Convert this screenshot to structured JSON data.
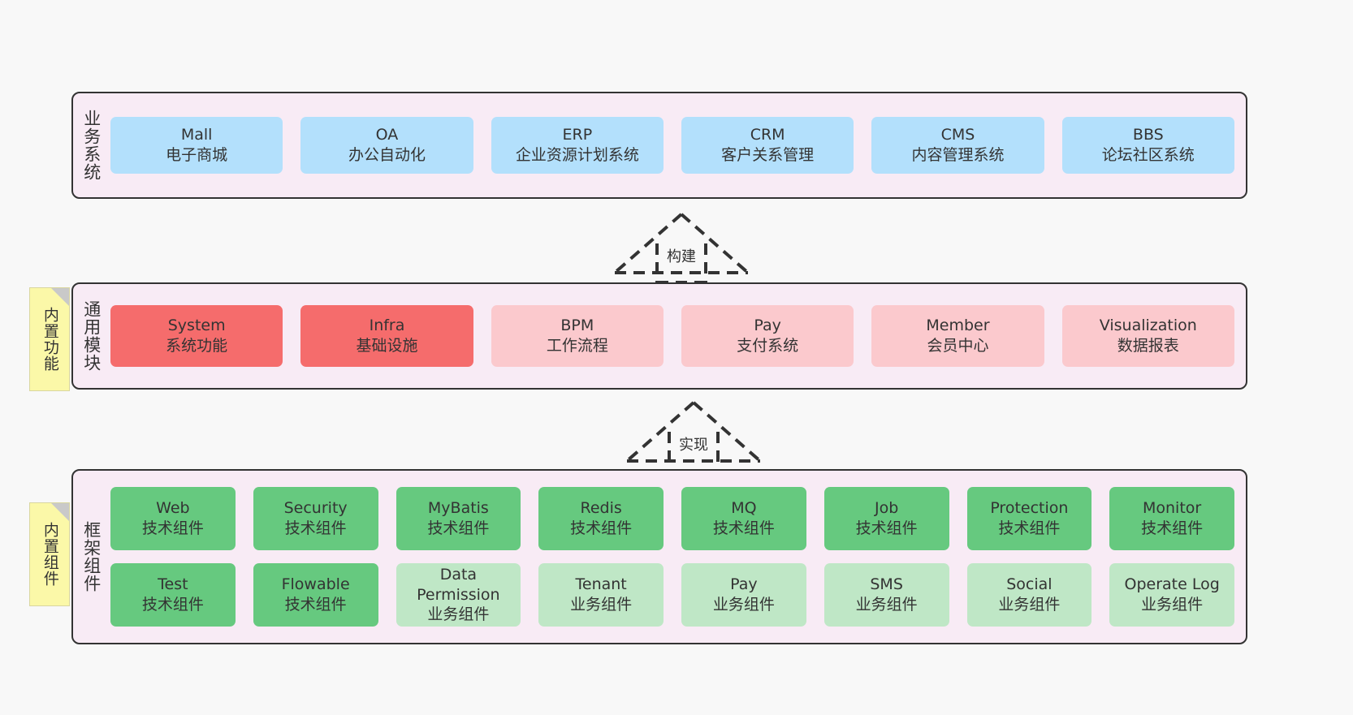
{
  "diagram": {
    "background": "#f8f8f8",
    "panel_bg": "#f8ebf5",
    "border": "#333333",
    "colors": {
      "business": "#b3e0fc",
      "module_core": "#f56c6c",
      "module_other": "#fbc9cd",
      "tech_component": "#66c97f",
      "business_component": "#bfe7c6",
      "note": "#fbf8a8"
    }
  },
  "layers": {
    "business": {
      "title": "业务系统",
      "items": [
        {
          "en": "Mall",
          "cn": "电子商城",
          "color": "blue"
        },
        {
          "en": "OA",
          "cn": "办公自动化",
          "color": "blue"
        },
        {
          "en": "ERP",
          "cn": "企业资源计划系统",
          "color": "blue"
        },
        {
          "en": "CRM",
          "cn": "客户关系管理",
          "color": "blue"
        },
        {
          "en": "CMS",
          "cn": "内容管理系统",
          "color": "blue"
        },
        {
          "en": "BBS",
          "cn": "论坛社区系统",
          "color": "blue"
        }
      ]
    },
    "modules": {
      "title": "通用模块",
      "note": "内置功能",
      "items": [
        {
          "en": "System",
          "cn": "系统功能",
          "color": "red"
        },
        {
          "en": "Infra",
          "cn": "基础设施",
          "color": "red"
        },
        {
          "en": "BPM",
          "cn": "工作流程",
          "color": "pink"
        },
        {
          "en": "Pay",
          "cn": "支付系统",
          "color": "pink"
        },
        {
          "en": "Member",
          "cn": "会员中心",
          "color": "pink"
        },
        {
          "en": "Visualization",
          "cn": "数据报表",
          "color": "pink"
        }
      ]
    },
    "framework": {
      "title": "框架组件",
      "note": "内置组件",
      "row1": [
        {
          "en": "Web",
          "cn": "技术组件",
          "color": "green"
        },
        {
          "en": "Security",
          "cn": "技术组件",
          "color": "green"
        },
        {
          "en": "MyBatis",
          "cn": "技术组件",
          "color": "green"
        },
        {
          "en": "Redis",
          "cn": "技术组件",
          "color": "green"
        },
        {
          "en": "MQ",
          "cn": "技术组件",
          "color": "green"
        },
        {
          "en": "Job",
          "cn": "技术组件",
          "color": "green"
        },
        {
          "en": "Protection",
          "cn": "技术组件",
          "color": "green"
        },
        {
          "en": "Monitor",
          "cn": "技术组件",
          "color": "green"
        }
      ],
      "row2": [
        {
          "en": "Test",
          "cn": "技术组件",
          "color": "green"
        },
        {
          "en": "Flowable",
          "cn": "技术组件",
          "color": "green"
        },
        {
          "en": "Data Permission",
          "cn": "业务组件",
          "color": "lgreen"
        },
        {
          "en": "Tenant",
          "cn": "业务组件",
          "color": "lgreen"
        },
        {
          "en": "Pay",
          "cn": "业务组件",
          "color": "lgreen"
        },
        {
          "en": "SMS",
          "cn": "业务组件",
          "color": "lgreen"
        },
        {
          "en": "Social",
          "cn": "业务组件",
          "color": "lgreen"
        },
        {
          "en": "Operate Log",
          "cn": "业务组件",
          "color": "lgreen"
        }
      ]
    }
  },
  "connectors": [
    {
      "label": "构建",
      "from": "通用模块",
      "to": "业务系统",
      "style": "dashed-generalization"
    },
    {
      "label": "实现",
      "from": "框架组件",
      "to": "通用模块",
      "style": "dashed-generalization"
    }
  ]
}
